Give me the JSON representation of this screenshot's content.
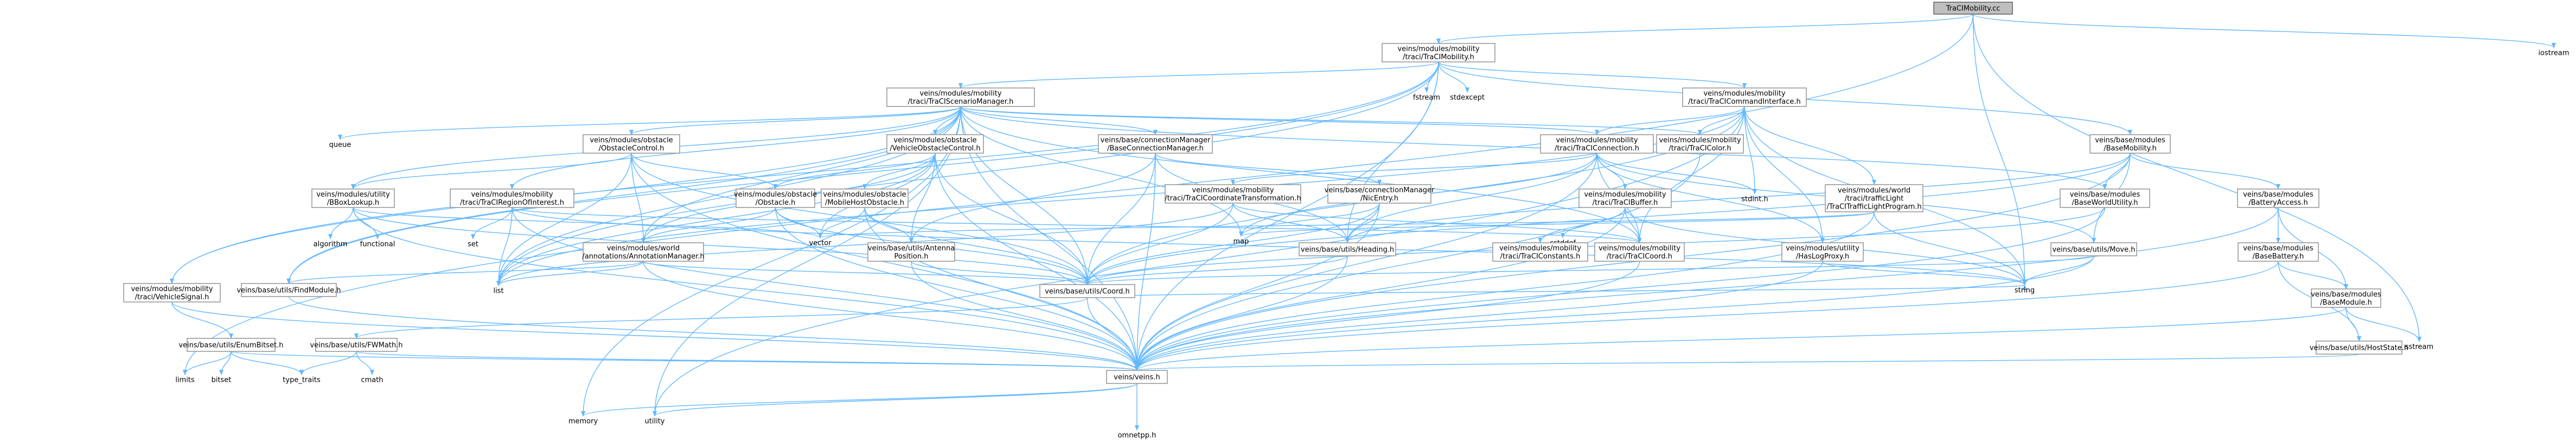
{
  "graph": {
    "edge_color": "#63b8ff",
    "root_fill": "#bfbfbf",
    "node_border": "#999999",
    "nodes": [
      {
        "id": "root",
        "lines": [
          "TraCIMobility.cc"
        ],
        "kind": "root"
      },
      {
        "id": "mob",
        "lines": [
          "veins/modules/mobility",
          "/traci/TraCIMobility.h"
        ]
      },
      {
        "id": "iostream",
        "lines": [
          "iostream"
        ],
        "kind": "ext"
      },
      {
        "id": "sm",
        "lines": [
          "veins/modules/mobility",
          "/traci/TraCIScenarioManager.h"
        ]
      },
      {
        "id": "fstream",
        "lines": [
          "fstream"
        ],
        "kind": "ext"
      },
      {
        "id": "stdexcept",
        "lines": [
          "stdexcept"
        ],
        "kind": "ext"
      },
      {
        "id": "ci",
        "lines": [
          "veins/modules/mobility",
          "/traci/TraCICommandInterface.h"
        ]
      },
      {
        "id": "queue",
        "lines": [
          "queue"
        ],
        "kind": "ext"
      },
      {
        "id": "oc",
        "lines": [
          "veins/modules/obstacle",
          "/ObstacleControl.h"
        ]
      },
      {
        "id": "voc",
        "lines": [
          "veins/modules/obstacle",
          "/VehicleObstacleControl.h"
        ]
      },
      {
        "id": "bcm",
        "lines": [
          "veins/base/connectionManager",
          "/BaseConnectionManager.h"
        ]
      },
      {
        "id": "conn",
        "lines": [
          "veins/modules/mobility",
          "/traci/TraCIConnection.h"
        ]
      },
      {
        "id": "color",
        "lines": [
          "veins/modules/mobility",
          "/traci/TraCIColor.h"
        ]
      },
      {
        "id": "tl",
        "lines": [
          "veins/modules/world",
          "/traci/trafficLight",
          "/TraCITrafficLightProgram.h"
        ]
      },
      {
        "id": "bm",
        "lines": [
          "veins/base/modules",
          "/BaseMobility.h"
        ]
      },
      {
        "id": "bbox",
        "lines": [
          "veins/modules/utility",
          "/BBoxLookup.h"
        ]
      },
      {
        "id": "roi",
        "lines": [
          "veins/modules/mobility",
          "/traci/TraCIRegionOfInterest.h"
        ]
      },
      {
        "id": "obs",
        "lines": [
          "veins/modules/obstacle",
          "/Obstacle.h"
        ]
      },
      {
        "id": "mho",
        "lines": [
          "veins/modules/obstacle",
          "/MobileHostObstacle.h"
        ]
      },
      {
        "id": "cct",
        "lines": [
          "veins/modules/mobility",
          "/traci/TraCICoordinateTransformation.h"
        ]
      },
      {
        "id": "nic",
        "lines": [
          "veins/base/connectionManager",
          "/NicEntry.h"
        ]
      },
      {
        "id": "buf",
        "lines": [
          "veins/modules/mobility",
          "/traci/TraCIBuffer.h"
        ]
      },
      {
        "id": "stdint",
        "lines": [
          "stdint.h"
        ],
        "kind": "ext"
      },
      {
        "id": "bwu",
        "lines": [
          "veins/base/modules",
          "/BaseWorldUtility.h"
        ]
      },
      {
        "id": "ba",
        "lines": [
          "veins/base/modules",
          "/BatteryAccess.h"
        ]
      },
      {
        "id": "algorithm",
        "lines": [
          "algorithm"
        ],
        "kind": "ext"
      },
      {
        "id": "functional",
        "lines": [
          "functional"
        ],
        "kind": "ext"
      },
      {
        "id": "set",
        "lines": [
          "set"
        ],
        "kind": "ext"
      },
      {
        "id": "vector",
        "lines": [
          "vector"
        ],
        "kind": "ext"
      },
      {
        "id": "map",
        "lines": [
          "map"
        ],
        "kind": "ext"
      },
      {
        "id": "cstddef",
        "lines": [
          "cstddef"
        ],
        "kind": "ext"
      },
      {
        "id": "ant",
        "lines": [
          "veins/modules/world",
          "/annotations/AnnotationManager.h"
        ]
      },
      {
        "id": "apos",
        "lines": [
          "veins/base/utils/Antenna",
          "Position.h"
        ]
      },
      {
        "id": "head",
        "lines": [
          "veins/base/utils/Heading.h"
        ]
      },
      {
        "id": "const",
        "lines": [
          "veins/modules/mobility",
          "/traci/TraCIConstants.h"
        ]
      },
      {
        "id": "tcoord",
        "lines": [
          "veins/modules/mobility",
          "/traci/TraCICoord.h"
        ]
      },
      {
        "id": "hlp",
        "lines": [
          "veins/modules/utility",
          "/HasLogProxy.h"
        ]
      },
      {
        "id": "move",
        "lines": [
          "veins/base/utils/Move.h"
        ]
      },
      {
        "id": "bb",
        "lines": [
          "veins/base/modules",
          "/BaseBattery.h"
        ]
      },
      {
        "id": "vsig",
        "lines": [
          "veins/modules/mobility",
          "/traci/VehicleSignal.h"
        ]
      },
      {
        "id": "findm",
        "lines": [
          "veins/base/utils/FindModule.h"
        ]
      },
      {
        "id": "list",
        "lines": [
          "list"
        ],
        "kind": "ext"
      },
      {
        "id": "coord",
        "lines": [
          "veins/base/utils/Coord.h"
        ]
      },
      {
        "id": "string",
        "lines": [
          "string"
        ],
        "kind": "ext"
      },
      {
        "id": "bmod",
        "lines": [
          "veins/base/modules",
          "/BaseModule.h"
        ]
      },
      {
        "id": "ebs",
        "lines": [
          "veins/base/utils/EnumBitset.h"
        ]
      },
      {
        "id": "fwm",
        "lines": [
          "veins/base/utils/FWMath.h"
        ]
      },
      {
        "id": "hs",
        "lines": [
          "veins/base/utils/HostState.h"
        ]
      },
      {
        "id": "sstream",
        "lines": [
          "sstream"
        ],
        "kind": "ext"
      },
      {
        "id": "limits",
        "lines": [
          "limits"
        ],
        "kind": "ext"
      },
      {
        "id": "bitset",
        "lines": [
          "bitset"
        ],
        "kind": "ext"
      },
      {
        "id": "tt",
        "lines": [
          "type_traits"
        ],
        "kind": "ext"
      },
      {
        "id": "cmath",
        "lines": [
          "cmath"
        ],
        "kind": "ext"
      },
      {
        "id": "veins",
        "lines": [
          "veins/veins.h"
        ]
      },
      {
        "id": "memory",
        "lines": [
          "memory"
        ],
        "kind": "ext"
      },
      {
        "id": "utility",
        "lines": [
          "utility"
        ],
        "kind": "ext"
      },
      {
        "id": "omnetpp",
        "lines": [
          "omnetpp.h"
        ],
        "kind": "ext"
      }
    ],
    "edges": [
      [
        "root",
        "mob"
      ],
      [
        "root",
        "iostream"
      ],
      [
        "root",
        "sstream"
      ],
      [
        "root",
        "string"
      ],
      [
        "root",
        "limits"
      ],
      [
        "mob",
        "sm"
      ],
      [
        "mob",
        "fstream"
      ],
      [
        "mob",
        "stdexcept"
      ],
      [
        "mob",
        "ci"
      ],
      [
        "mob",
        "bm"
      ],
      [
        "mob",
        "vsig"
      ],
      [
        "mob",
        "findm"
      ],
      [
        "mob",
        "head"
      ],
      [
        "mob",
        "veins"
      ],
      [
        "mob",
        "list"
      ],
      [
        "sm",
        "queue"
      ],
      [
        "sm",
        "oc"
      ],
      [
        "sm",
        "voc"
      ],
      [
        "sm",
        "bcm"
      ],
      [
        "sm",
        "conn"
      ],
      [
        "sm",
        "color"
      ],
      [
        "sm",
        "bbox"
      ],
      [
        "sm",
        "roi"
      ],
      [
        "sm",
        "ant"
      ],
      [
        "sm",
        "coord"
      ],
      [
        "sm",
        "map"
      ],
      [
        "sm",
        "list"
      ],
      [
        "sm",
        "memory"
      ],
      [
        "sm",
        "veins"
      ],
      [
        "sm",
        "findm"
      ],
      [
        "sm",
        "vsig"
      ],
      [
        "sm",
        "tcoord"
      ],
      [
        "sm",
        "bwu"
      ],
      [
        "ci",
        "conn"
      ],
      [
        "ci",
        "color"
      ],
      [
        "ci",
        "tl"
      ],
      [
        "ci",
        "stdint"
      ],
      [
        "ci",
        "string"
      ],
      [
        "ci",
        "coord"
      ],
      [
        "ci",
        "tcoord"
      ],
      [
        "ci",
        "list"
      ],
      [
        "ci",
        "hlp"
      ],
      [
        "ci",
        "utility"
      ],
      [
        "oc",
        "bbox"
      ],
      [
        "oc",
        "obs"
      ],
      [
        "oc",
        "ant"
      ],
      [
        "oc",
        "coord"
      ],
      [
        "oc",
        "veins"
      ],
      [
        "oc",
        "list"
      ],
      [
        "voc",
        "obs"
      ],
      [
        "voc",
        "mho"
      ],
      [
        "voc",
        "ant"
      ],
      [
        "voc",
        "apos"
      ],
      [
        "voc",
        "coord"
      ],
      [
        "voc",
        "veins"
      ],
      [
        "voc",
        "list"
      ],
      [
        "voc",
        "vector"
      ],
      [
        "bcm",
        "nic"
      ],
      [
        "bcm",
        "apos"
      ],
      [
        "bcm",
        "veins"
      ],
      [
        "bcm",
        "coord"
      ],
      [
        "bcm",
        "head"
      ],
      [
        "conn",
        "cct"
      ],
      [
        "conn",
        "buf"
      ],
      [
        "conn",
        "stdint"
      ],
      [
        "conn",
        "head"
      ],
      [
        "conn",
        "tcoord"
      ],
      [
        "conn",
        "hlp"
      ],
      [
        "conn",
        "veins"
      ],
      [
        "conn",
        "map"
      ],
      [
        "conn",
        "move"
      ],
      [
        "color",
        "veins"
      ],
      [
        "tl",
        "string"
      ],
      [
        "tl",
        "vector"
      ],
      [
        "tl",
        "veins"
      ],
      [
        "tl",
        "map"
      ],
      [
        "bm",
        "bwu"
      ],
      [
        "bm",
        "ba"
      ],
      [
        "bm",
        "move"
      ],
      [
        "bm",
        "coord"
      ],
      [
        "bm",
        "veins"
      ],
      [
        "bm",
        "head"
      ],
      [
        "bbox",
        "algorithm"
      ],
      [
        "bbox",
        "functional"
      ],
      [
        "bbox",
        "vector"
      ],
      [
        "bbox",
        "coord"
      ],
      [
        "bbox",
        "veins"
      ],
      [
        "roi",
        "set"
      ],
      [
        "roi",
        "list"
      ],
      [
        "roi",
        "string"
      ],
      [
        "roi",
        "tcoord"
      ],
      [
        "roi",
        "veins"
      ],
      [
        "obs",
        "vector"
      ],
      [
        "obs",
        "coord"
      ],
      [
        "obs",
        "veins"
      ],
      [
        "obs",
        "ant"
      ],
      [
        "mho",
        "vector"
      ],
      [
        "mho",
        "coord"
      ],
      [
        "mho",
        "apos"
      ],
      [
        "mho",
        "veins"
      ],
      [
        "cct",
        "list"
      ],
      [
        "cct",
        "tcoord"
      ],
      [
        "cct",
        "coord"
      ],
      [
        "cct",
        "head"
      ],
      [
        "nic",
        "map"
      ],
      [
        "nic",
        "coord"
      ],
      [
        "nic",
        "head"
      ],
      [
        "nic",
        "veins"
      ],
      [
        "buf",
        "cstddef"
      ],
      [
        "buf",
        "string"
      ],
      [
        "buf",
        "const"
      ],
      [
        "buf",
        "tcoord"
      ],
      [
        "buf",
        "veins"
      ],
      [
        "bwu",
        "coord"
      ],
      [
        "bwu",
        "veins"
      ],
      [
        "ba",
        "bb"
      ],
      [
        "ba",
        "bmod"
      ],
      [
        "ba",
        "veins"
      ],
      [
        "ant",
        "list"
      ],
      [
        "ant",
        "coord"
      ],
      [
        "ant",
        "veins"
      ],
      [
        "ant",
        "findm"
      ],
      [
        "apos",
        "coord"
      ],
      [
        "apos",
        "veins"
      ],
      [
        "head",
        "coord"
      ],
      [
        "head",
        "veins"
      ],
      [
        "tcoord",
        "veins"
      ],
      [
        "hlp",
        "string"
      ],
      [
        "hlp",
        "veins"
      ],
      [
        "move",
        "coord"
      ],
      [
        "move",
        "veins"
      ],
      [
        "move",
        "string"
      ],
      [
        "bb",
        "bmod"
      ],
      [
        "bb",
        "hs"
      ],
      [
        "bb",
        "veins"
      ],
      [
        "vsig",
        "ebs"
      ],
      [
        "vsig",
        "veins"
      ],
      [
        "findm",
        "veins"
      ],
      [
        "coord",
        "fwm"
      ],
      [
        "coord",
        "veins"
      ],
      [
        "coord",
        "string"
      ],
      [
        "bmod",
        "hs"
      ],
      [
        "bmod",
        "veins"
      ],
      [
        "bmod",
        "sstream"
      ],
      [
        "ebs",
        "bitset"
      ],
      [
        "ebs",
        "tt"
      ],
      [
        "ebs",
        "limits"
      ],
      [
        "ebs",
        "veins"
      ],
      [
        "fwm",
        "cmath"
      ],
      [
        "fwm",
        "tt"
      ],
      [
        "fwm",
        "veins"
      ],
      [
        "hs",
        "veins"
      ],
      [
        "veins",
        "memory"
      ],
      [
        "veins",
        "utility"
      ],
      [
        "veins",
        "omnetpp"
      ],
      [
        "sm",
        "utility"
      ]
    ]
  }
}
